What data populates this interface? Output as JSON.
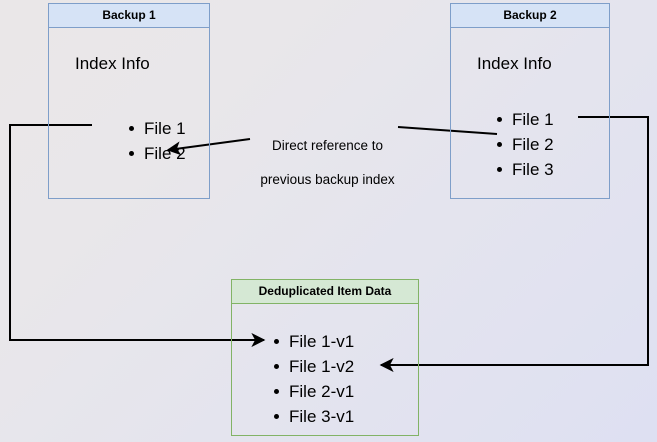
{
  "diagram": {
    "title_hidden": "Backup deduplication reference diagram",
    "colors": {
      "blue_border": "#7e9ec9",
      "blue_header_fill": "#d6e3f6",
      "green_border": "#82b366",
      "green_header_fill": "#d5e8d4",
      "arrow_stroke": "#000000",
      "background_start": "#eae7e8",
      "background_end": "#dee0f2"
    },
    "backup1": {
      "header": "Backup 1",
      "index_label": "Index Info",
      "files": [
        "File 1",
        "File 2"
      ]
    },
    "backup2": {
      "header": "Backup 2",
      "index_label": "Index Info",
      "files": [
        "File 1",
        "File 2",
        "File 3"
      ]
    },
    "dedup": {
      "header": "Deduplicated Item Data",
      "files": [
        "File 1-v1",
        "File 1-v2",
        "File 2-v1",
        "File 3-v1"
      ]
    },
    "caption": {
      "line1": "Direct reference to",
      "line2": "previous backup index",
      "text": "Direct reference to\nprevious backup index"
    },
    "connectors": [
      {
        "name": "backup2-index-to-backup1-index",
        "from": "Backup 2 / File 2",
        "to": "Backup 1 / File 2",
        "label": "Direct reference to previous backup index",
        "arrowheads": 1
      },
      {
        "name": "backup1-file1-to-dedup",
        "from": "Backup 1 / File 1",
        "to": "Deduplicated Item Data / File 1-v1",
        "label": "",
        "arrowheads": 1
      },
      {
        "name": "backup2-file1-to-dedup",
        "from": "Backup 2 / File 1",
        "to": "Deduplicated Item Data / File 1-v2",
        "label": "",
        "arrowheads": 1
      }
    ]
  }
}
